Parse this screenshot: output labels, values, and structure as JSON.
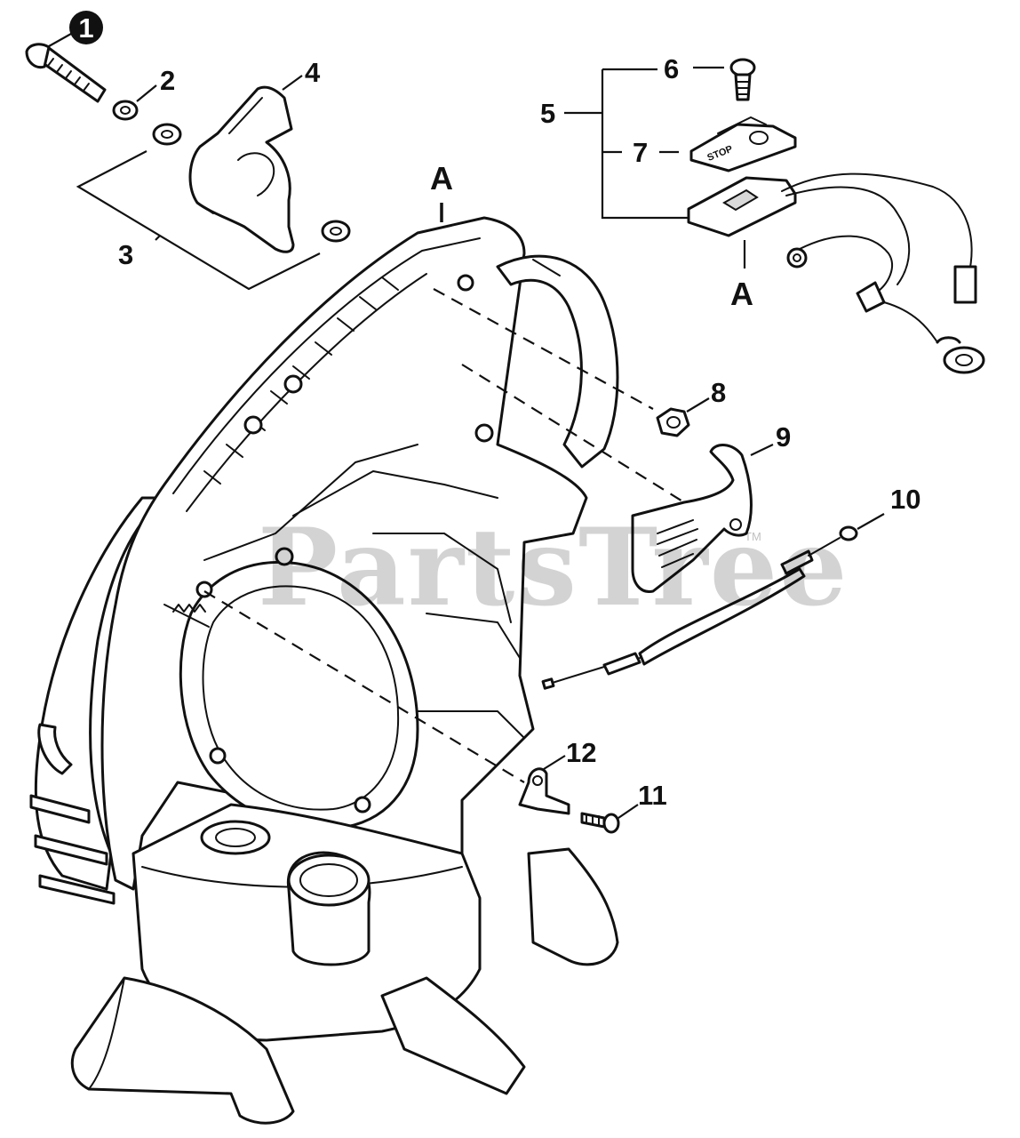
{
  "diagram": {
    "callouts": [
      {
        "id": "1",
        "text": "1",
        "circled": true
      },
      {
        "id": "2",
        "text": "2"
      },
      {
        "id": "3",
        "text": "3"
      },
      {
        "id": "4",
        "text": "4"
      },
      {
        "id": "5",
        "text": "5"
      },
      {
        "id": "6",
        "text": "6"
      },
      {
        "id": "7",
        "text": "7"
      },
      {
        "id": "8",
        "text": "8"
      },
      {
        "id": "9",
        "text": "9"
      },
      {
        "id": "10",
        "text": "10"
      },
      {
        "id": "11",
        "text": "11"
      },
      {
        "id": "12",
        "text": "12"
      }
    ],
    "connector_marks": {
      "housing": "A",
      "switch": "A"
    },
    "switch_plate_text": "STOP"
  },
  "watermark": {
    "text": "PartsTree",
    "trademark": "TM"
  },
  "colors": {
    "ink": "#111111",
    "background": "#ffffff",
    "watermark": "#b5b5b5"
  }
}
